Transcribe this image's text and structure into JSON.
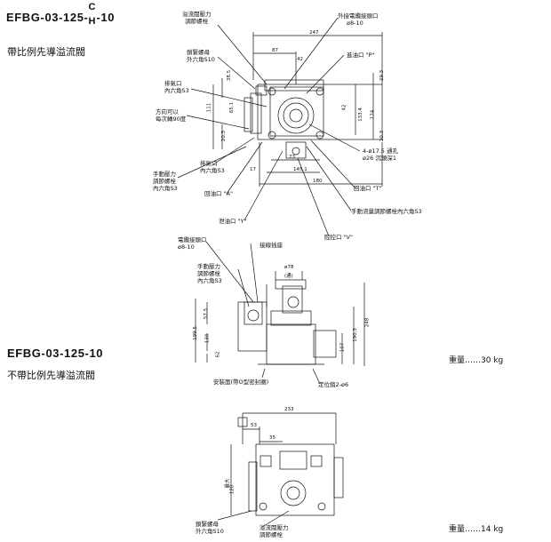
{
  "titles": {
    "model1_prefix": "EFBG-03-125-",
    "model1_c": "C",
    "model1_h": "H",
    "model1_suffix": "-10",
    "desc1": "帶比例先導溢流閥",
    "model2": "EFBG-03-125-10",
    "desc2": "不帶比例先導溢流閥"
  },
  "weights": {
    "w1": "重量……30 kg",
    "w2": "重量……14 kg"
  },
  "top_view": {
    "labels": {
      "relief_adjust": [
        "溢流閥壓力",
        "調節螺栓"
      ],
      "lock_nut": [
        "鎖緊螺母",
        "外六角S10"
      ],
      "drain": [
        "排氣口",
        "內六角S3"
      ],
      "direction": [
        "方向可以",
        "每次轉90度"
      ],
      "ext_conn": [
        "外接電纜接頭口",
        "ø8-10"
      ],
      "inlet_p": "進油口 \"P\"",
      "bolt": [
        "4-ø17.5 通孔",
        "ø26 沉頭深1"
      ],
      "manual_press": [
        "手動壓力",
        "調節螺栓",
        "內六角S3"
      ],
      "drain2": [
        "排氣口",
        "內六角S3"
      ],
      "return_a": "回油口 \"A\"",
      "return_t": "回油口 \"T\"",
      "flow_adjust": "手動流量調節螺栓內六角S3",
      "drain_y": "泄油口 \"Y\"",
      "vent_v": "腔控口 \"V\""
    },
    "dims": {
      "w247": "247",
      "w87": "87",
      "w42": "42",
      "w73": "73",
      "w145": "145.1",
      "w180": "180",
      "w17": "17",
      "h38": "38.5",
      "h111": "111",
      "h65": "65.1",
      "h20": "20.3",
      "h29": "29.3",
      "h42": "42",
      "h133": "133.4",
      "h174": "174",
      "h20b": "20.3"
    }
  },
  "middle_view": {
    "labels": {
      "cable": [
        "電纜接頭口",
        "ø8-10"
      ],
      "plug": "接線插座",
      "manual": [
        "手動壓力",
        "調節螺栓",
        "內六角S3"
      ],
      "seal": "安裝面(帶O型密封圈)",
      "pos": "定位銷2-ø6"
    },
    "dims": {
      "d78": "ø78",
      "thru": "(通)",
      "h57": "57.5",
      "h199": "199.5",
      "h130": "130",
      "h62": "62",
      "h248": "248",
      "h190": "190.3",
      "h107": "107"
    }
  },
  "bottom_view": {
    "labels": {
      "lock_nut": [
        "鎖緊螺母",
        "外六角S10"
      ],
      "relief_adjust": [
        "溢流閥壓力",
        "調節螺栓"
      ]
    },
    "dims": {
      "w233": "233",
      "w53": "53",
      "w35": "35",
      "hmax": "最大",
      "h120": "120"
    }
  }
}
